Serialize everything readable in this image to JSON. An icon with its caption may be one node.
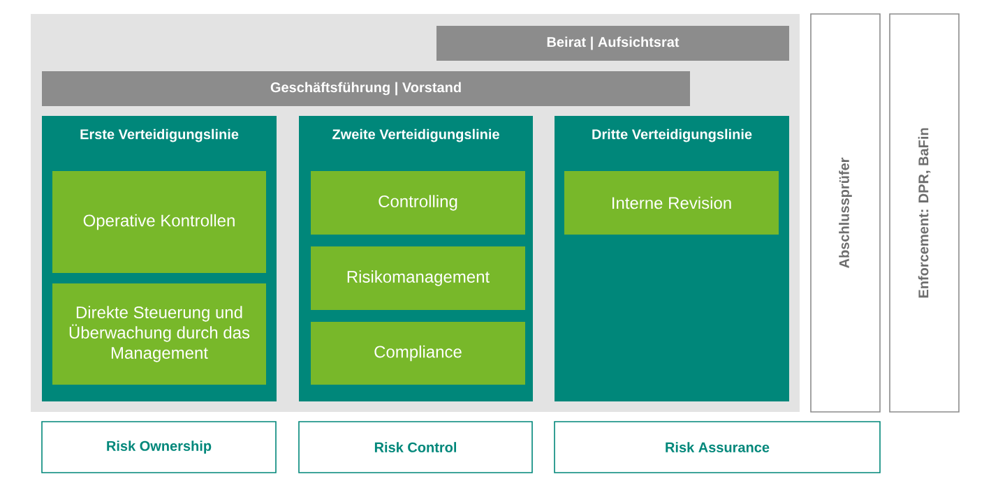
{
  "diagram": {
    "nodes": [
      {
        "text": [],
        "shape": "box"
      },
      {
        "text": [
          "Beirat | Aufsichtsrat"
        ],
        "in": 0
      },
      {
        "text": [
          "Geschäftsführung | Vorstand"
        ],
        "in": 0
      },
      {
        "text": [
          "Erste Verteidigungslinie"
        ],
        "in": 0
      },
      {
        "text": [
          "Operative Kontrollen"
        ],
        "in": 3
      },
      {
        "text": [
          "Direkte Steuerung und Überwachung durch das Management"
        ],
        "in": 3
      },
      {
        "text": [
          "Zweite Verteidigungslinie"
        ],
        "in": 0
      },
      {
        "text": [
          "Controlling"
        ],
        "in": 6
      },
      {
        "text": [
          "Risikomanagement"
        ],
        "in": 6
      },
      {
        "text": [
          "Compliance"
        ],
        "in": 6
      },
      {
        "text": [
          "Dritte Verteidigungslinie"
        ],
        "in": 0
      },
      {
        "text": [
          "Interne Revision"
        ],
        "in": 10
      },
      {
        "text": [
          "Abschlussprüfer"
        ]
      },
      {
        "text": [
          "Enforcement: DPR, BaFin"
        ]
      },
      {
        "text": [
          "Risk Ownership"
        ]
      },
      {
        "text": [
          "Risk Control"
        ]
      },
      {
        "text": [
          "Risk Assurance"
        ]
      }
    ]
  }
}
